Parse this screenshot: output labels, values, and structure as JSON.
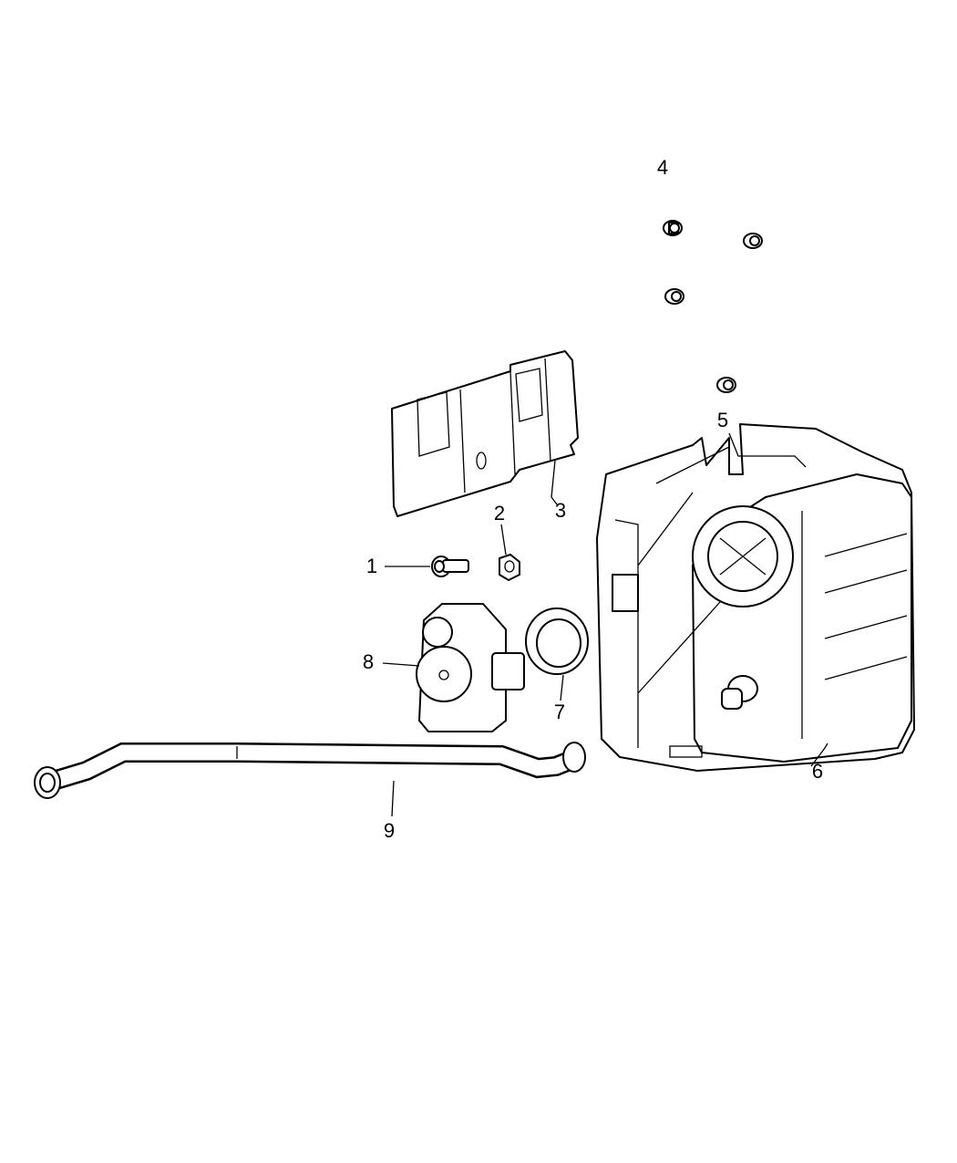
{
  "diagram": {
    "callouts": [
      {
        "number": "1",
        "part": "bolt"
      },
      {
        "number": "2",
        "part": "nut"
      },
      {
        "number": "3",
        "part": "bracket"
      },
      {
        "number": "4",
        "part": "bolt"
      },
      {
        "number": "5",
        "part": "bolt"
      },
      {
        "number": "6",
        "part": "vapor-canister"
      },
      {
        "number": "7",
        "part": "seal"
      },
      {
        "number": "8",
        "part": "leak-detection-pump"
      },
      {
        "number": "9",
        "part": "hose"
      }
    ]
  }
}
